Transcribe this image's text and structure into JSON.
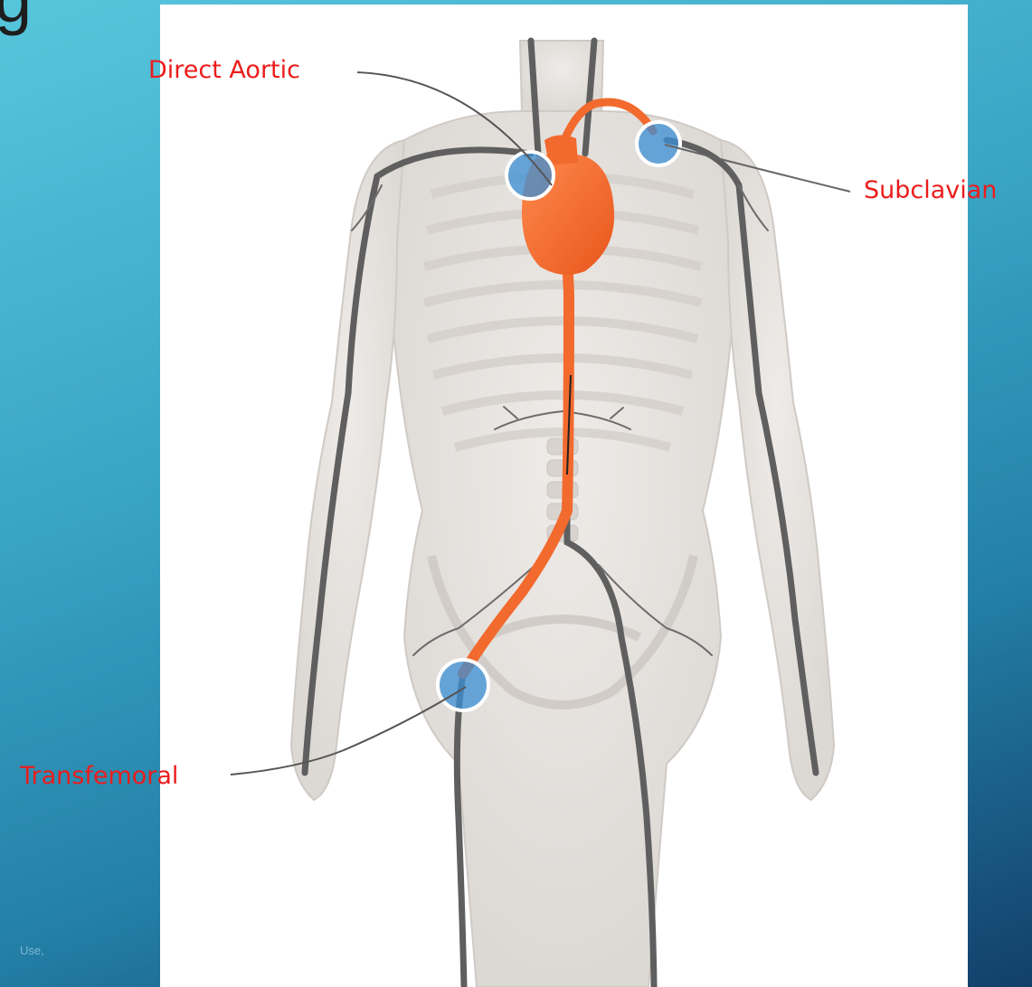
{
  "slide": {
    "corner_glyph": "g",
    "footer_text": "Use,"
  },
  "labels": {
    "direct_aortic": "Direct Aortic",
    "subclavian": "Subclavian",
    "transfemoral": "Transfemoral"
  },
  "colors": {
    "background_top": "#57c6dc",
    "background_bottom": "#123f6a",
    "label": "#ec1c1c",
    "heart": "#f26a2e",
    "vessel": "#5f5f5f",
    "access_site": "#3b8fd6"
  }
}
